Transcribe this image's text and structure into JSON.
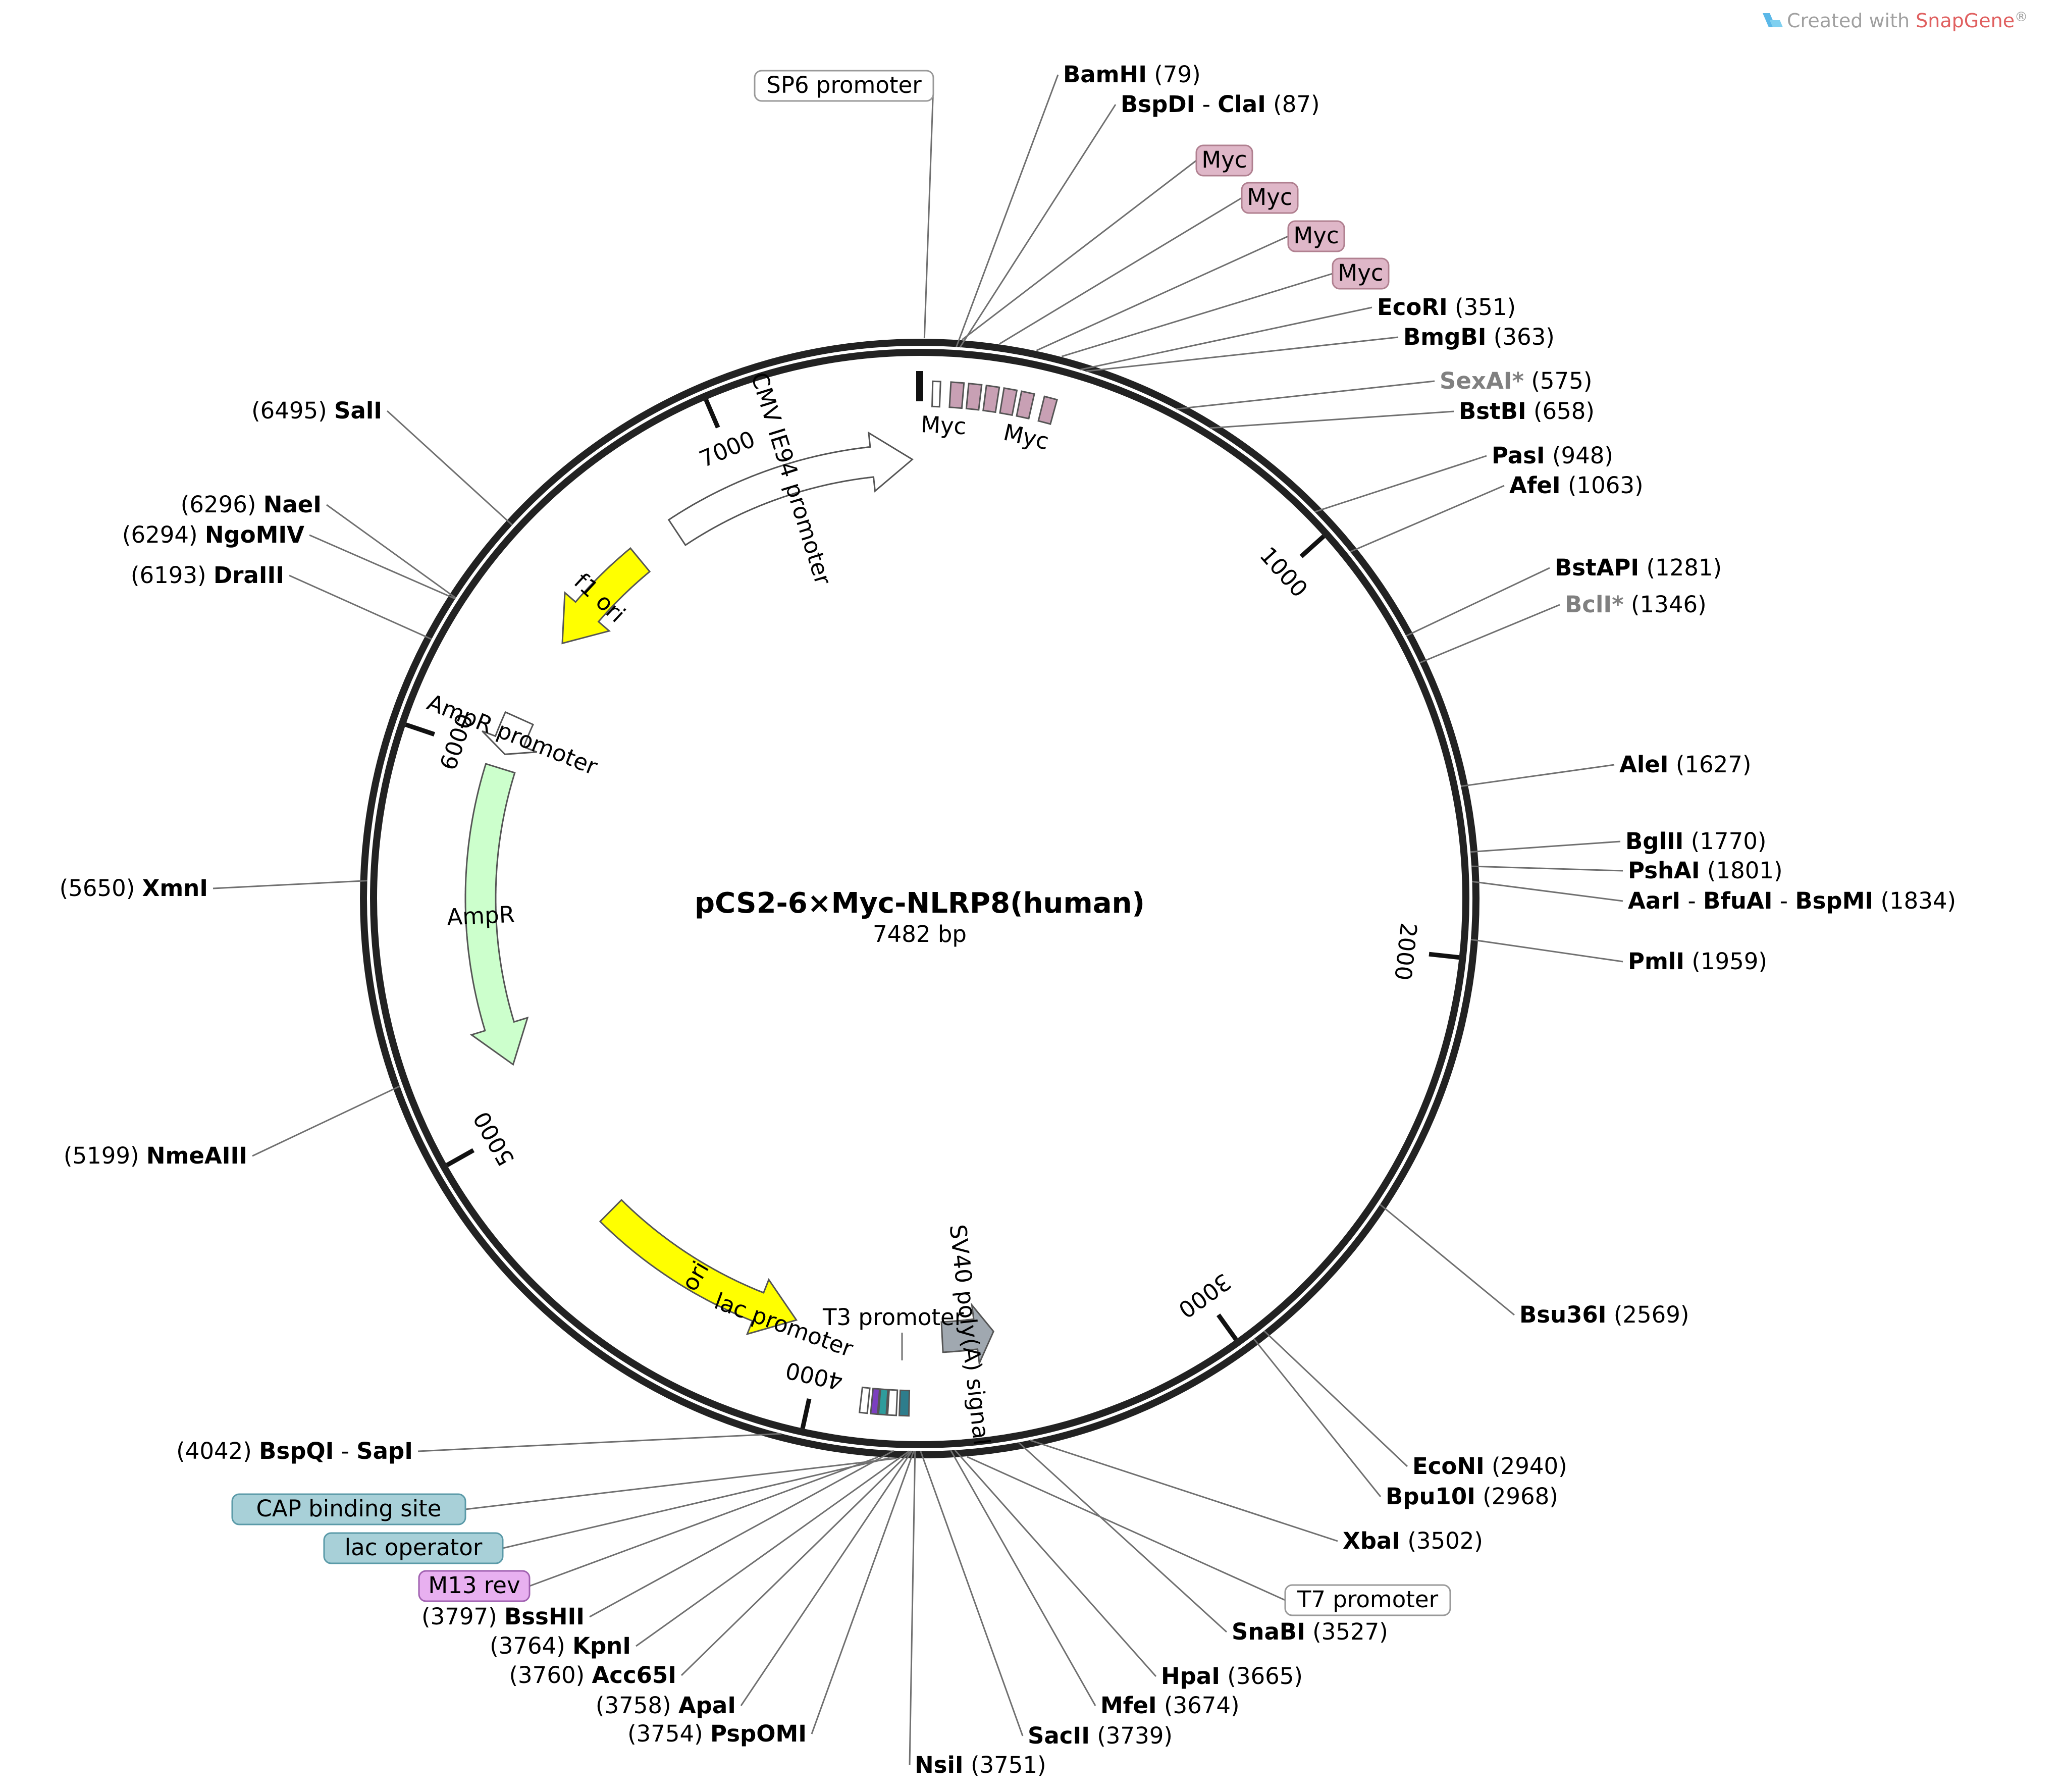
{
  "watermark": {
    "prefix": "Created with ",
    "brand": "SnapGene",
    "suffix": "®",
    "brand_color": "#e06060",
    "icon": "snapgene-logo-icon"
  },
  "plasmid": {
    "name": "pCS2-6×Myc-NLRP8(human)",
    "length_label": "7482 bp",
    "length": 7482
  },
  "ticks": [
    {
      "pos": 1000,
      "label": "1000"
    },
    {
      "pos": 2000,
      "label": "2000"
    },
    {
      "pos": 3000,
      "label": "3000"
    },
    {
      "pos": 4000,
      "label": "4000"
    },
    {
      "pos": 5000,
      "label": "5000"
    },
    {
      "pos": 6000,
      "label": "6000"
    },
    {
      "pos": 7000,
      "label": "7000"
    }
  ],
  "features": [
    {
      "name": "CMV IE94 promoter",
      "start": 6785,
      "end": 7462,
      "direction": 1,
      "color": "#ffffff"
    },
    {
      "name": "f1 ori",
      "start": 6350,
      "end": 6660,
      "direction": -1,
      "color": "#ffff00"
    },
    {
      "name": "AmpR promoter",
      "start": 6010,
      "end": 6115,
      "direction": -1,
      "color": "#ffffff"
    },
    {
      "name": "AmpR",
      "start": 5150,
      "end": 5970,
      "direction": -1,
      "color": "#ccffcc"
    },
    {
      "name": "ori",
      "start": 4080,
      "end": 4670,
      "direction": -1,
      "color": "#ffff00"
    },
    {
      "name": "SV40 poly(A) signal",
      "start": 3540,
      "end": 3680,
      "direction": -1,
      "color": "#a0a8b0"
    }
  ],
  "small_features": [
    {
      "start": 3766,
      "end": 3788,
      "color": "#2e7d8c"
    },
    {
      "start": 3795,
      "end": 3815,
      "color": "#ffffff"
    },
    {
      "start": 3818,
      "end": 3836,
      "color": "#2e9c9c"
    },
    {
      "start": 3838,
      "end": 3854,
      "color": "#7b3fbf"
    },
    {
      "start": 3862,
      "end": 3880,
      "color": "#ffffff"
    },
    {
      "start": 30,
      "end": 48,
      "color": "#ffffff"
    },
    {
      "start": 72,
      "end": 102,
      "color": "#c8a0b4"
    },
    {
      "start": 113,
      "end": 143,
      "color": "#c8a0b4"
    },
    {
      "start": 154,
      "end": 184,
      "color": "#c8a0b4"
    },
    {
      "start": 195,
      "end": 225,
      "color": "#c8a0b4"
    },
    {
      "start": 236,
      "end": 266,
      "color": "#c8a0b4"
    },
    {
      "start": 290,
      "end": 320,
      "color": "#c8a0b4"
    }
  ],
  "small_feature_labels": [
    {
      "text": "Myc",
      "pos": 60
    },
    {
      "text": "Myc",
      "pos": 270
    }
  ],
  "feature_labels": {
    "lac_promoter": "lac promoter",
    "t3_promoter": "T3 promoter"
  },
  "boxed_labels": [
    {
      "text": "SP6 promoter",
      "anchor": 10,
      "fill": "#ffffff",
      "stroke": "#999999"
    },
    {
      "text": "Myc",
      "anchor": 90,
      "fill": "#dfb7c8",
      "stroke": "#b08090"
    },
    {
      "text": "Myc",
      "anchor": 170,
      "fill": "#dfb7c8",
      "stroke": "#b08090"
    },
    {
      "text": "Myc",
      "anchor": 250,
      "fill": "#dfb7c8",
      "stroke": "#b08090"
    },
    {
      "text": "Myc",
      "anchor": 305,
      "fill": "#dfb7c8",
      "stroke": "#b08090"
    },
    {
      "text": "CAP binding site",
      "anchor": 3790,
      "fill": "#a8d0d8",
      "stroke": "#5a9aa8"
    },
    {
      "text": "lac operator",
      "anchor": 3805,
      "fill": "#a8d0d8",
      "stroke": "#5a9aa8"
    },
    {
      "text": "M13 rev",
      "anchor": 3830,
      "fill": "#e8b0f0",
      "stroke": "#a060b0"
    },
    {
      "text": "T7 promoter",
      "anchor": 3640,
      "fill": "#ffffff",
      "stroke": "#999999"
    }
  ],
  "sites": [
    {
      "names": [
        "BamHI"
      ],
      "pos": "(79)",
      "bp": 79,
      "anchor": "start"
    },
    {
      "names": [
        "BspDI",
        "ClaI"
      ],
      "pos": "(87)",
      "bp": 87,
      "anchor": "start"
    },
    {
      "names": [
        "EcoRI"
      ],
      "pos": "(351)",
      "bp": 351,
      "anchor": "start"
    },
    {
      "names": [
        "BmgBI"
      ],
      "pos": "(363)",
      "bp": 363,
      "anchor": "start"
    },
    {
      "names": [
        "SexAI*"
      ],
      "pos": "(575)",
      "bp": 575,
      "anchor": "start",
      "gray": true
    },
    {
      "names": [
        "BstBI"
      ],
      "pos": "(658)",
      "bp": 658,
      "anchor": "start"
    },
    {
      "names": [
        "PasI"
      ],
      "pos": "(948)",
      "bp": 948,
      "anchor": "start"
    },
    {
      "names": [
        "AfeI"
      ],
      "pos": "(1063)",
      "bp": 1063,
      "anchor": "start"
    },
    {
      "names": [
        "BstAPI"
      ],
      "pos": "(1281)",
      "bp": 1281,
      "anchor": "start"
    },
    {
      "names": [
        "BclI*"
      ],
      "pos": "(1346)",
      "bp": 1346,
      "anchor": "start",
      "gray": true
    },
    {
      "names": [
        "AleI"
      ],
      "pos": "(1627)",
      "bp": 1627,
      "anchor": "start"
    },
    {
      "names": [
        "BglII"
      ],
      "pos": "(1770)",
      "bp": 1770,
      "anchor": "start"
    },
    {
      "names": [
        "PshAI"
      ],
      "pos": "(1801)",
      "bp": 1801,
      "anchor": "start"
    },
    {
      "names": [
        "AarI",
        "BfuAI",
        "BspMI"
      ],
      "pos": "(1834)",
      "bp": 1834,
      "anchor": "start"
    },
    {
      "names": [
        "PmlI"
      ],
      "pos": "(1959)",
      "bp": 1959,
      "anchor": "start"
    },
    {
      "names": [
        "Bsu36I"
      ],
      "pos": "(2569)",
      "bp": 2569,
      "anchor": "start"
    },
    {
      "names": [
        "EcoNI"
      ],
      "pos": "(2940)",
      "bp": 2940,
      "anchor": "start"
    },
    {
      "names": [
        "Bpu10I"
      ],
      "pos": "(2968)",
      "bp": 2968,
      "anchor": "start"
    },
    {
      "names": [
        "XbaI"
      ],
      "pos": "(3502)",
      "bp": 3502,
      "anchor": "start"
    },
    {
      "names": [
        "SnaBI"
      ],
      "pos": "(3527)",
      "bp": 3527,
      "anchor": "start"
    },
    {
      "names": [
        "HpaI"
      ],
      "pos": "(3665)",
      "bp": 3665,
      "anchor": "start"
    },
    {
      "names": [
        "MfeI"
      ],
      "pos": "(3674)",
      "bp": 3674,
      "anchor": "start"
    },
    {
      "names": [
        "SacII"
      ],
      "pos": "(3739)",
      "bp": 3739,
      "anchor": "start"
    },
    {
      "names": [
        "NsiI"
      ],
      "pos": "(3751)",
      "bp": 3751,
      "anchor": "start"
    },
    {
      "names": [
        "PspOMI"
      ],
      "pos": "(3754)",
      "bp": 3754,
      "anchor": "end"
    },
    {
      "names": [
        "ApaI"
      ],
      "pos": "(3758)",
      "bp": 3758,
      "anchor": "end"
    },
    {
      "names": [
        "Acc65I"
      ],
      "pos": "(3760)",
      "bp": 3760,
      "anchor": "end"
    },
    {
      "names": [
        "KpnI"
      ],
      "pos": "(3764)",
      "bp": 3764,
      "anchor": "end"
    },
    {
      "names": [
        "BssHII"
      ],
      "pos": "(3797)",
      "bp": 3797,
      "anchor": "end"
    },
    {
      "names": [
        "BspQI",
        "SapI"
      ],
      "pos": "(4042)",
      "bp": 4042,
      "anchor": "end"
    },
    {
      "names": [
        "NmeAIII"
      ],
      "pos": "(5199)",
      "bp": 5199,
      "anchor": "end"
    },
    {
      "names": [
        "XmnI"
      ],
      "pos": "(5650)",
      "bp": 5650,
      "anchor": "end"
    },
    {
      "names": [
        "DraIII"
      ],
      "pos": "(6193)",
      "bp": 6193,
      "anchor": "end"
    },
    {
      "names": [
        "NgoMIV"
      ],
      "pos": "(6294)",
      "bp": 6294,
      "anchor": "end"
    },
    {
      "names": [
        "NaeI"
      ],
      "pos": "(6296)",
      "bp": 6296,
      "anchor": "end"
    },
    {
      "names": [
        "SalI"
      ],
      "pos": "(6495)",
      "bp": 6495,
      "anchor": "end"
    }
  ]
}
